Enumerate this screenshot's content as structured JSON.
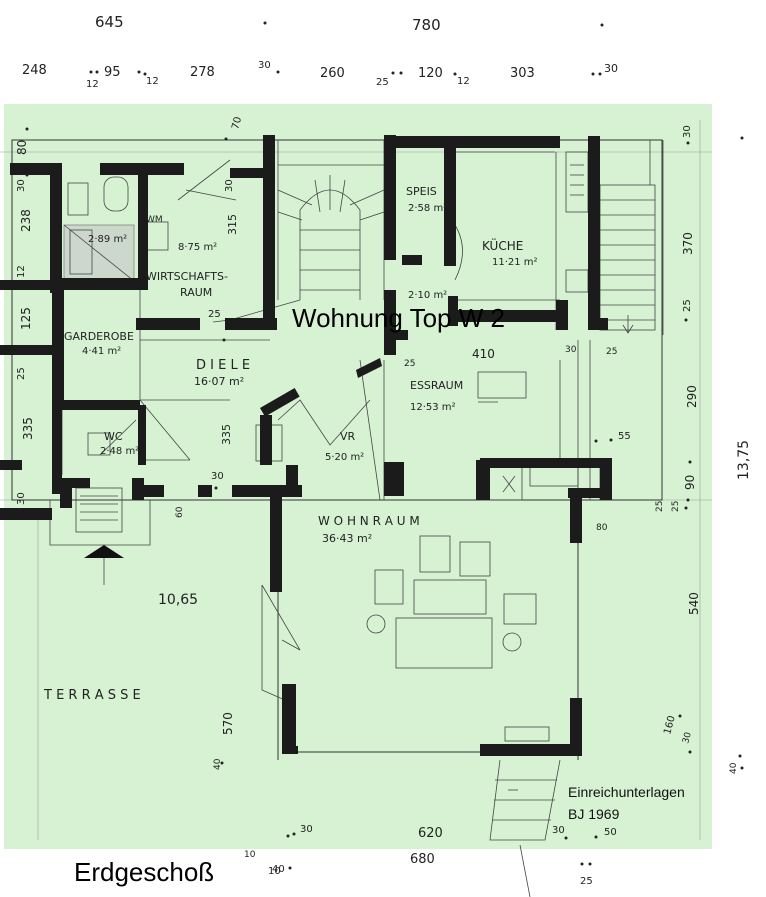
{
  "title": "Wohnung Top W 2",
  "floor_label": "Erdgeschoß",
  "note": {
    "line1": "Einreichunterlagen",
    "line2": "BJ 1969"
  },
  "colors": {
    "unit_highlight": "#d6f2d3",
    "walls": "#1b1b1b"
  },
  "rooms": {
    "wm": {
      "name": "WM"
    },
    "bad": {
      "area": "2·89 m²"
    },
    "wirtschaftsraum": {
      "name_line1": "WIRTSCHAFTS-",
      "name_line2": "RAUM",
      "area": "8·75 m²"
    },
    "speis": {
      "name": "SPEIS",
      "area": "2·58 m²"
    },
    "kueche": {
      "name": "KÜCHE",
      "area": "11·21 m²"
    },
    "vorraum_kueche": {
      "area": "2·10 m²"
    },
    "garderobe": {
      "name": "GARDEROBE",
      "area": "4·41 m²"
    },
    "diele": {
      "name": "D I E L E",
      "area": "16·07 m²"
    },
    "essraum": {
      "name": "ESSRAUM",
      "area": "12·53 m²"
    },
    "wc": {
      "name": "WC",
      "area": "2·48 m²"
    },
    "vr": {
      "name": "VR",
      "area": "5·20 m²"
    },
    "wohnraum": {
      "name": "W O H N R A U M",
      "area": "36·43 m²"
    },
    "terrasse": {
      "name": "T E R R A S S E",
      "width": "10,65"
    }
  },
  "dimensions": {
    "top_total_left": "645",
    "top_total_right": "780",
    "top": [
      "248",
      "12",
      "95",
      "12",
      "278",
      "30",
      "260",
      "25",
      "120",
      "12",
      "303",
      "30"
    ],
    "left": [
      "80",
      "30",
      "238",
      "12",
      "125",
      "25",
      "335",
      "30"
    ],
    "inner": [
      "315",
      "30",
      "70",
      "25",
      "335",
      "30",
      "410",
      "25",
      "10",
      "30",
      "25",
      "55",
      "25",
      "80",
      "60",
      "570",
      "40"
    ],
    "right": [
      "30",
      "370",
      "25",
      "290",
      "90",
      "25",
      "540",
      "160",
      "30",
      "40"
    ],
    "right_total": "13,75",
    "bottom": [
      "30",
      "10",
      "40",
      "620",
      "680",
      "30",
      "50",
      "25"
    ],
    "bottom_inner": "30"
  }
}
